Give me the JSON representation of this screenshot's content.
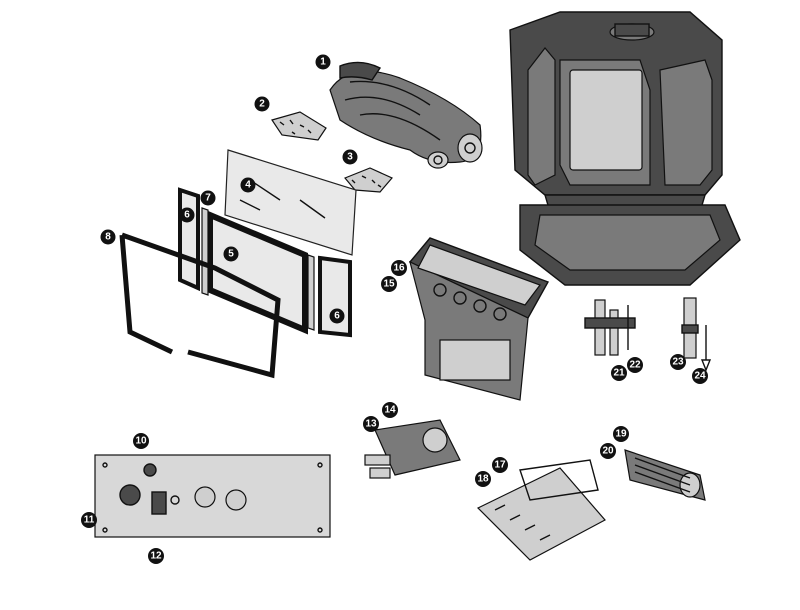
{
  "diagram": {
    "title": "",
    "callouts": [
      {
        "id": "c1",
        "label": "1"
      },
      {
        "id": "c2",
        "label": "2"
      },
      {
        "id": "c3",
        "label": "3"
      },
      {
        "id": "c4",
        "label": "4"
      },
      {
        "id": "c5",
        "label": "5"
      },
      {
        "id": "c6a",
        "label": "6"
      },
      {
        "id": "c6b",
        "label": "6"
      },
      {
        "id": "c7",
        "label": "7"
      },
      {
        "id": "c8",
        "label": "8"
      },
      {
        "id": "c10",
        "label": "10"
      },
      {
        "id": "c11",
        "label": "11"
      },
      {
        "id": "c12",
        "label": "12"
      },
      {
        "id": "c13",
        "label": "13"
      },
      {
        "id": "c14",
        "label": "14"
      },
      {
        "id": "c15",
        "label": "15"
      },
      {
        "id": "c16",
        "label": "16"
      },
      {
        "id": "c17",
        "label": "17"
      },
      {
        "id": "c18",
        "label": "18"
      },
      {
        "id": "c19",
        "label": "19"
      },
      {
        "id": "c20",
        "label": "20"
      },
      {
        "id": "c21",
        "label": "21"
      },
      {
        "id": "c22",
        "label": "22"
      },
      {
        "id": "c23",
        "label": "23"
      },
      {
        "id": "c24",
        "label": "24"
      }
    ]
  },
  "colors": {
    "ink": "#111111",
    "body_dark": "#4a4a4a",
    "body_mid": "#7a7a7a",
    "glass": "#e9e9e9",
    "background": "#ffffff"
  }
}
